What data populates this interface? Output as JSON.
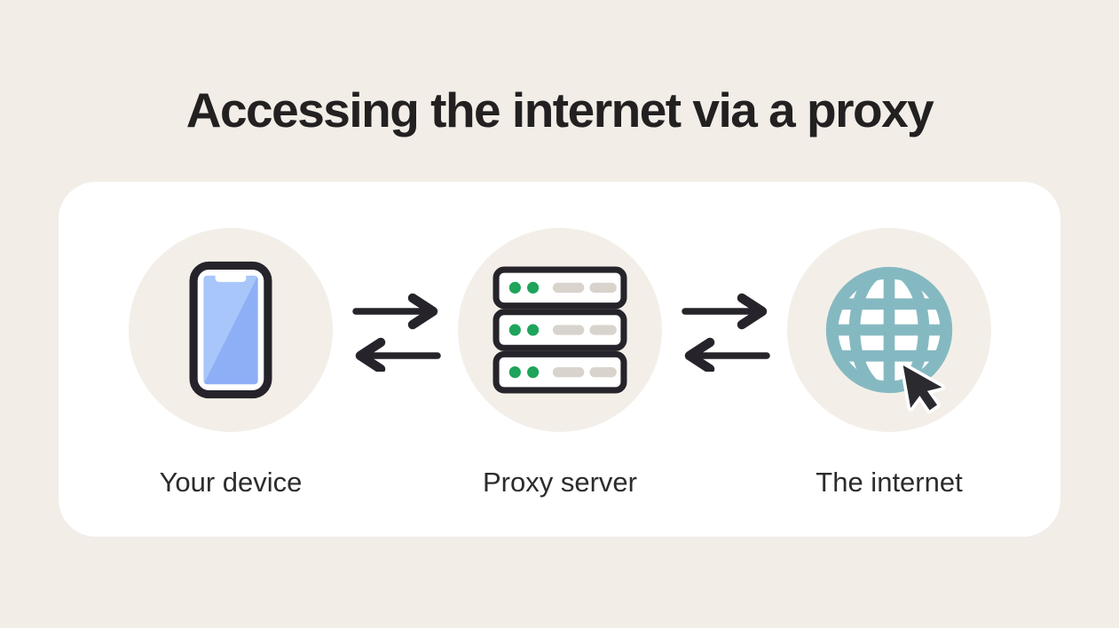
{
  "title": "Accessing the internet via a proxy",
  "diagram": {
    "nodes": [
      {
        "label": "Your device",
        "icon": "smartphone-icon"
      },
      {
        "label": "Proxy server",
        "icon": "server-stack-icon"
      },
      {
        "label": "The internet",
        "icon": "globe-with-cursor-icon"
      }
    ],
    "connections": [
      {
        "from": "Your device",
        "to": "Proxy server",
        "bidirectional": true
      },
      {
        "from": "Proxy server",
        "to": "The internet",
        "bidirectional": true
      }
    ]
  },
  "colors": {
    "page_bg": "#F2EDE7",
    "card_bg": "#FFFFFF",
    "circle_bg": "#F3EFE8",
    "ink": "#26242A",
    "title_text": "#232021",
    "label_text": "#2D2B2C",
    "screen_blue_light": "#A9C6FA",
    "screen_blue_dark": "#8DAFF5",
    "led_green": "#1FA45B",
    "pill_gray": "#D8D3CC",
    "globe_teal": "#85B9C1",
    "cursor_fill": "#2B2A2F",
    "cursor_outline": "#FFFFFF"
  }
}
